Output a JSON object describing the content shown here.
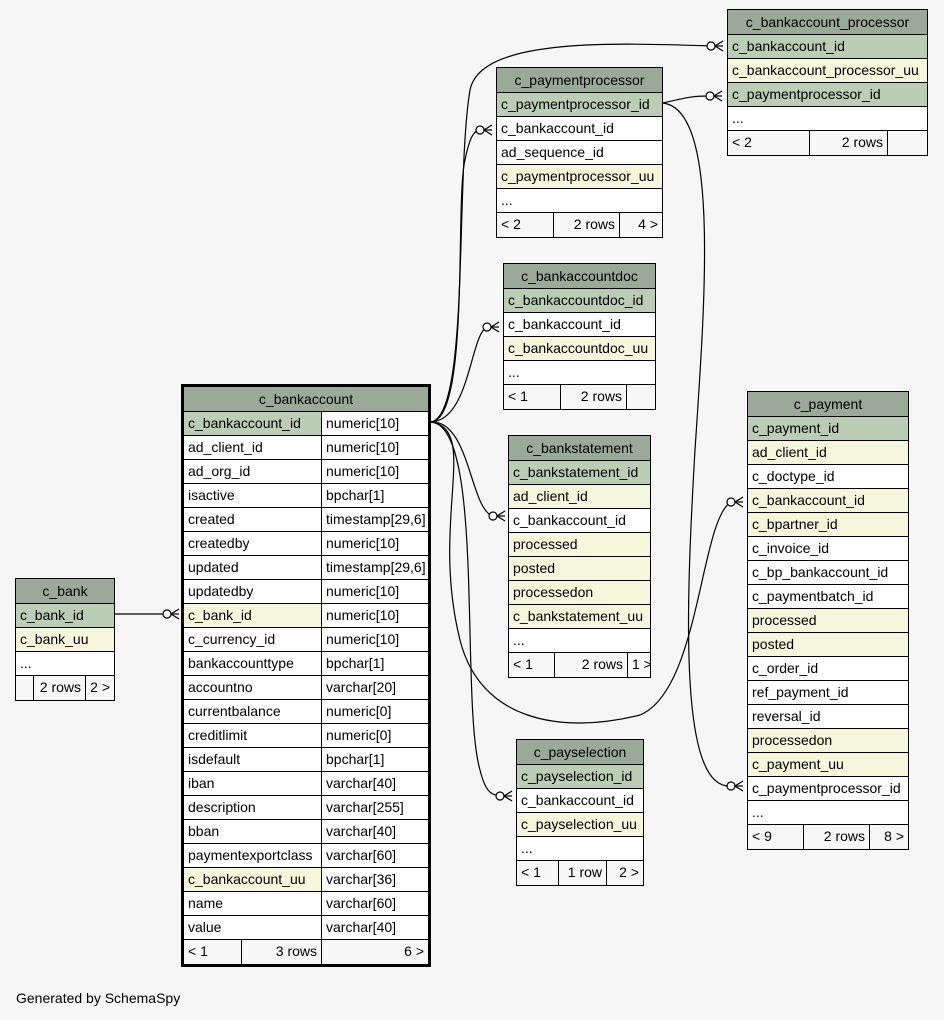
{
  "footer": "Generated by SchemaSpy",
  "tables": [
    {
      "id": "c_bankaccount",
      "name": "c_bankaccount",
      "main": true,
      "columns": [
        {
          "name": "c_bankaccount_id",
          "type": "numeric[10]",
          "style": "pk"
        },
        {
          "name": "ad_client_id",
          "type": "numeric[10]",
          "style": ""
        },
        {
          "name": "ad_org_id",
          "type": "numeric[10]",
          "style": ""
        },
        {
          "name": "isactive",
          "type": "bpchar[1]",
          "style": ""
        },
        {
          "name": "created",
          "type": "timestamp[29,6]",
          "style": ""
        },
        {
          "name": "createdby",
          "type": "numeric[10]",
          "style": ""
        },
        {
          "name": "updated",
          "type": "timestamp[29,6]",
          "style": ""
        },
        {
          "name": "updatedby",
          "type": "numeric[10]",
          "style": ""
        },
        {
          "name": "c_bank_id",
          "type": "numeric[10]",
          "style": "ak"
        },
        {
          "name": "c_currency_id",
          "type": "numeric[10]",
          "style": ""
        },
        {
          "name": "bankaccounttype",
          "type": "bpchar[1]",
          "style": ""
        },
        {
          "name": "accountno",
          "type": "varchar[20]",
          "style": ""
        },
        {
          "name": "currentbalance",
          "type": "numeric[0]",
          "style": ""
        },
        {
          "name": "creditlimit",
          "type": "numeric[0]",
          "style": ""
        },
        {
          "name": "isdefault",
          "type": "bpchar[1]",
          "style": ""
        },
        {
          "name": "iban",
          "type": "varchar[40]",
          "style": ""
        },
        {
          "name": "description",
          "type": "varchar[255]",
          "style": ""
        },
        {
          "name": "bban",
          "type": "varchar[40]",
          "style": ""
        },
        {
          "name": "paymentexportclass",
          "type": "varchar[60]",
          "style": ""
        },
        {
          "name": "c_bankaccount_uu",
          "type": "varchar[36]",
          "style": "ak"
        },
        {
          "name": "name",
          "type": "varchar[60]",
          "style": ""
        },
        {
          "name": "value",
          "type": "varchar[40]",
          "style": ""
        }
      ],
      "footer": [
        "< 1",
        "3 rows",
        "6 >"
      ]
    },
    {
      "id": "c_bank",
      "name": "c_bank",
      "columns": [
        {
          "name": "c_bank_id",
          "style": "pk"
        },
        {
          "name": "c_bank_uu",
          "style": "ak"
        },
        {
          "name": "...",
          "style": ""
        }
      ],
      "footer": [
        "",
        "2 rows",
        "2 >"
      ]
    },
    {
      "id": "c_bankaccount_processor",
      "name": "c_bankaccount_processor",
      "columns": [
        {
          "name": "c_bankaccount_id",
          "style": "pk"
        },
        {
          "name": "c_bankaccount_processor_uu",
          "style": "ak"
        },
        {
          "name": "c_paymentprocessor_id",
          "style": "pk"
        },
        {
          "name": "...",
          "style": ""
        }
      ],
      "footer": [
        "< 2",
        "2 rows",
        ""
      ]
    },
    {
      "id": "c_paymentprocessor",
      "name": "c_paymentprocessor",
      "columns": [
        {
          "name": "c_paymentprocessor_id",
          "style": "pk"
        },
        {
          "name": "c_bankaccount_id",
          "style": ""
        },
        {
          "name": "ad_sequence_id",
          "style": ""
        },
        {
          "name": "c_paymentprocessor_uu",
          "style": "ak"
        },
        {
          "name": "...",
          "style": ""
        }
      ],
      "footer": [
        "< 2",
        "2 rows",
        "4 >"
      ]
    },
    {
      "id": "c_bankaccountdoc",
      "name": "c_bankaccountdoc",
      "columns": [
        {
          "name": "c_bankaccountdoc_id",
          "style": "pk"
        },
        {
          "name": "c_bankaccount_id",
          "style": ""
        },
        {
          "name": "c_bankaccountdoc_uu",
          "style": "ak"
        },
        {
          "name": "...",
          "style": ""
        }
      ],
      "footer": [
        "< 1",
        "2 rows",
        ""
      ]
    },
    {
      "id": "c_bankstatement",
      "name": "c_bankstatement",
      "columns": [
        {
          "name": "c_bankstatement_id",
          "style": "pk"
        },
        {
          "name": "ad_client_id",
          "style": "ak"
        },
        {
          "name": "c_bankaccount_id",
          "style": ""
        },
        {
          "name": "processed",
          "style": "ak"
        },
        {
          "name": "posted",
          "style": "ak"
        },
        {
          "name": "processedon",
          "style": "ak"
        },
        {
          "name": "c_bankstatement_uu",
          "style": "ak"
        },
        {
          "name": "...",
          "style": ""
        }
      ],
      "footer": [
        "< 1",
        "2 rows",
        "1 >"
      ]
    },
    {
      "id": "c_payselection",
      "name": "c_payselection",
      "columns": [
        {
          "name": "c_payselection_id",
          "style": "pk"
        },
        {
          "name": "c_bankaccount_id",
          "style": ""
        },
        {
          "name": "c_payselection_uu",
          "style": "ak"
        },
        {
          "name": "...",
          "style": ""
        }
      ],
      "footer": [
        "< 1",
        "1 row",
        "2 >"
      ]
    },
    {
      "id": "c_payment",
      "name": "c_payment",
      "columns": [
        {
          "name": "c_payment_id",
          "style": "pk"
        },
        {
          "name": "ad_client_id",
          "style": "ak"
        },
        {
          "name": "c_doctype_id",
          "style": ""
        },
        {
          "name": "c_bankaccount_id",
          "style": "ak"
        },
        {
          "name": "c_bpartner_id",
          "style": "ak"
        },
        {
          "name": "c_invoice_id",
          "style": ""
        },
        {
          "name": "c_bp_bankaccount_id",
          "style": ""
        },
        {
          "name": "c_paymentbatch_id",
          "style": ""
        },
        {
          "name": "processed",
          "style": "ak"
        },
        {
          "name": "posted",
          "style": "ak"
        },
        {
          "name": "c_order_id",
          "style": ""
        },
        {
          "name": "ref_payment_id",
          "style": ""
        },
        {
          "name": "reversal_id",
          "style": ""
        },
        {
          "name": "processedon",
          "style": "ak"
        },
        {
          "name": "c_payment_uu",
          "style": "ak"
        },
        {
          "name": "c_paymentprocessor_id",
          "style": ""
        },
        {
          "name": "...",
          "style": ""
        }
      ],
      "footer": [
        "< 9",
        "2 rows",
        "8 >"
      ]
    }
  ]
}
